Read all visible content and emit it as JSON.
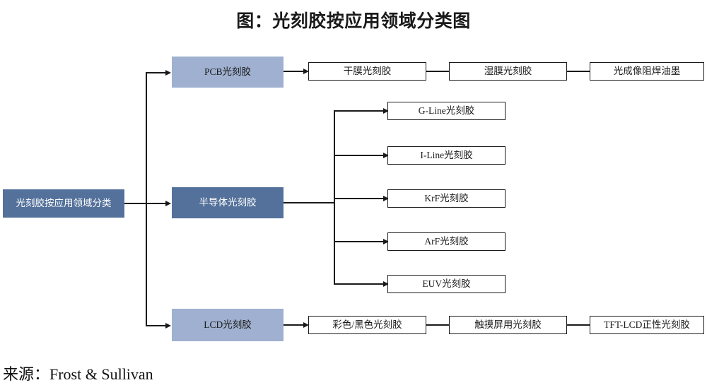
{
  "title": "图：光刻胶按应用领域分类图",
  "source": "来源：Frost & Sullivan",
  "colors": {
    "dark_node": "#54719B",
    "light_node": "#9FB0D0",
    "leaf_border": "#1A1A1A",
    "leaf_fill": "#FFFFFF",
    "line": "#1A1A1A",
    "page_background": "#FFFFFF"
  },
  "diagram": {
    "type": "tree",
    "orientation": "left-to-right",
    "root": {
      "label": "光刻胶按应用领域分类",
      "style": "dark"
    },
    "branches": [
      {
        "label": "PCB光刻胶",
        "style": "light",
        "children_layout": "chain",
        "children": [
          {
            "label": "干膜光刻胶"
          },
          {
            "label": "湿膜光刻胶"
          },
          {
            "label": "光成像阻焊油墨"
          }
        ]
      },
      {
        "label": "半导体光刻胶",
        "style": "dark",
        "children_layout": "fan",
        "children": [
          {
            "label": "G-Line光刻胶"
          },
          {
            "label": "I-Line光刻胶"
          },
          {
            "label": "KrF光刻胶"
          },
          {
            "label": "ArF光刻胶"
          },
          {
            "label": "EUV光刻胶"
          }
        ]
      },
      {
        "label": "LCD光刻胶",
        "style": "light",
        "children_layout": "chain",
        "children": [
          {
            "label": "彩色/黑色光刻胶"
          },
          {
            "label": "触摸屏用光刻胶"
          },
          {
            "label": "TFT-LCD正性光刻胶"
          }
        ]
      }
    ]
  }
}
